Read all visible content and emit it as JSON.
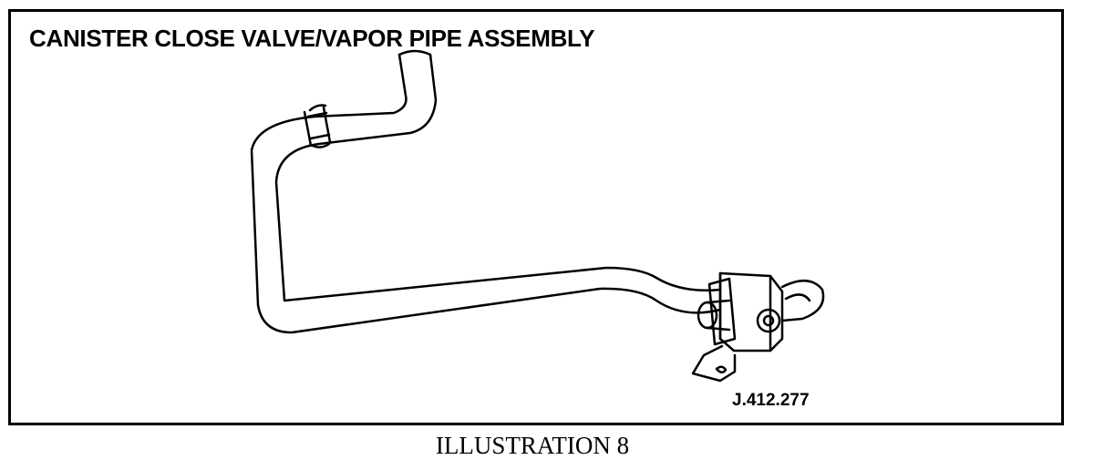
{
  "diagram": {
    "title": "CANISTER CLOSE VALVE/VAPOR PIPE ASSEMBLY",
    "part_number": "J.412.277"
  },
  "caption": "ILLUSTRATION 8",
  "colors": {
    "line": "#000000",
    "background": "#ffffff"
  }
}
